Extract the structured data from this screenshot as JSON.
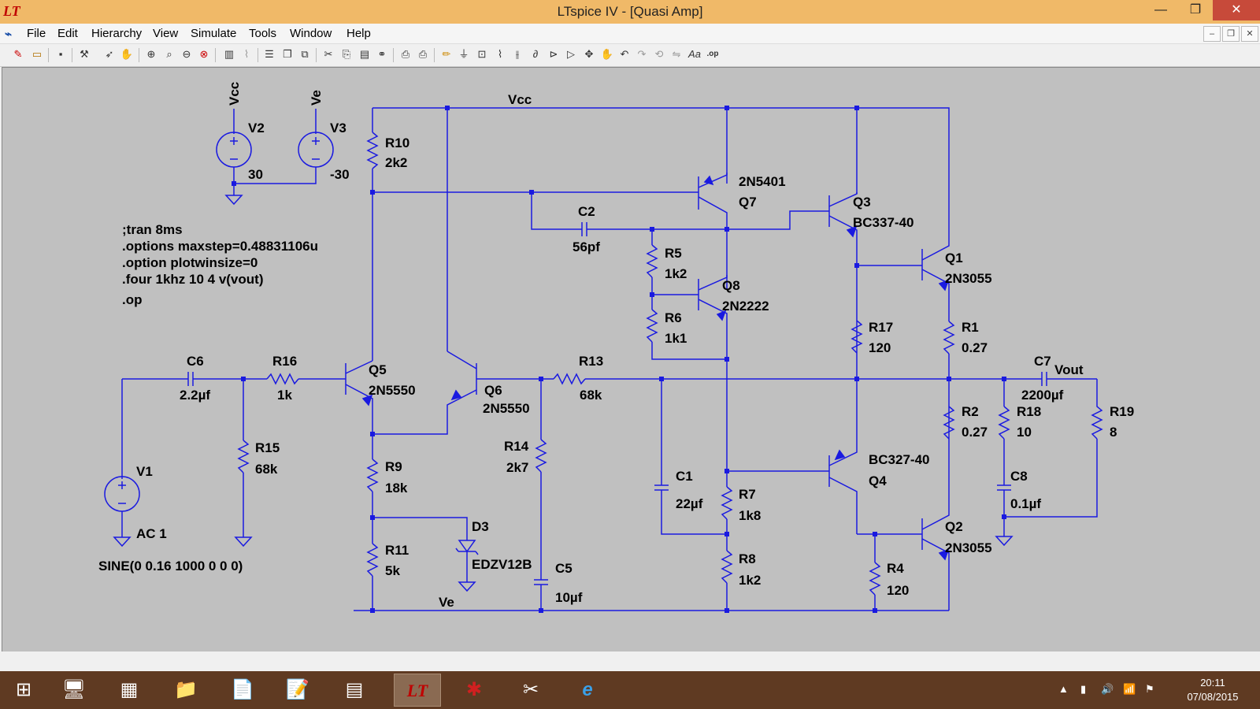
{
  "window": {
    "title": "LTspice IV - [Quasi Amp]",
    "app_icon": "LT",
    "buttons": {
      "minimize": "—",
      "maximize": "❐",
      "close": "✕"
    },
    "mdi_buttons": [
      "–",
      "❐",
      "✕"
    ]
  },
  "menu": [
    "File",
    "Edit",
    "Hierarchy",
    "View",
    "Simulate",
    "Tools",
    "Window",
    "Help"
  ],
  "toolbar": {
    "icons": [
      "new-schematic-icon",
      "open-icon",
      "save-icon",
      "control-panel-icon",
      "run-icon",
      "halt-icon",
      "zoom-in-icon",
      "pan-icon",
      "zoom-out-icon",
      "zoom-fit-icon",
      "autorange-icon",
      "waveform-icon",
      "tile-horizontal-icon",
      "cascade-icon",
      "tile-vertical-icon",
      "cut-icon",
      "copy-icon",
      "paste-icon",
      "find-icon",
      "print-setup-icon",
      "print-icon",
      "draw-wire-icon",
      "ground-icon",
      "label-net-icon",
      "resistor-icon",
      "capacitor-icon",
      "inductor-icon",
      "diode-icon",
      "component-icon",
      "move-icon",
      "drag-icon",
      "undo-icon",
      "redo-icon",
      "rotate-icon",
      "mirror-icon",
      "text-icon",
      "spice-directive-icon"
    ],
    "text_glyphs": {
      "text-icon": "Aa",
      "spice-directive-icon": ".op"
    }
  },
  "schematic": {
    "accent_wire_color": "#1a1ae0",
    "background": "#c0c0c0",
    "directives": [
      ";tran 8ms",
      ".options maxstep=0.48831106u",
      ".option plotwinsize=0",
      ".four 1khz 10 4 v(vout)",
      ".op"
    ],
    "nets": [
      "Vcc",
      "Ve",
      "Vcc",
      "Ve",
      "Vout"
    ],
    "sources": [
      {
        "ref": "V2",
        "value": "30"
      },
      {
        "ref": "V3",
        "value": "-30"
      },
      {
        "ref": "V1",
        "value": "AC 1",
        "extra": "SINE(0 0.16 1000 0 0 0)"
      }
    ],
    "resistors": [
      {
        "ref": "R10",
        "value": "2k2"
      },
      {
        "ref": "R5",
        "value": "1k2"
      },
      {
        "ref": "R6",
        "value": "1k1"
      },
      {
        "ref": "R16",
        "value": "1k"
      },
      {
        "ref": "R15",
        "value": "68k"
      },
      {
        "ref": "R9",
        "value": "18k"
      },
      {
        "ref": "R11",
        "value": "5k"
      },
      {
        "ref": "R14",
        "value": "2k7"
      },
      {
        "ref": "R13",
        "value": "68k"
      },
      {
        "ref": "R7",
        "value": "1k8"
      },
      {
        "ref": "R8",
        "value": "1k2"
      },
      {
        "ref": "R17",
        "value": "120"
      },
      {
        "ref": "R1",
        "value": "0.27"
      },
      {
        "ref": "R2",
        "value": "0.27"
      },
      {
        "ref": "R18",
        "value": "10"
      },
      {
        "ref": "R19",
        "value": "8"
      },
      {
        "ref": "R4",
        "value": "120"
      }
    ],
    "capacitors": [
      {
        "ref": "C2",
        "value": "56pf"
      },
      {
        "ref": "C6",
        "value": "2.2µf"
      },
      {
        "ref": "C1",
        "value": "22µf"
      },
      {
        "ref": "C5",
        "value": "10µf"
      },
      {
        "ref": "C7",
        "value": "2200µf"
      },
      {
        "ref": "C8",
        "value": "0.1µf"
      }
    ],
    "transistors": [
      {
        "ref": "Q7",
        "model": "2N5401"
      },
      {
        "ref": "Q3",
        "model": "BC337-40"
      },
      {
        "ref": "Q1",
        "model": "2N3055"
      },
      {
        "ref": "Q8",
        "model": "2N2222"
      },
      {
        "ref": "Q5",
        "model": "2N5550"
      },
      {
        "ref": "Q6",
        "model": "2N5550"
      },
      {
        "ref": "Q4",
        "model": "BC327-40"
      },
      {
        "ref": "Q2",
        "model": "2N3055"
      }
    ],
    "diodes": [
      {
        "ref": "D3",
        "model": "EDZV12B"
      }
    ]
  },
  "taskbar": {
    "apps": [
      "start-icon",
      "remote-desktop-icon",
      "wall-icon",
      "file-explorer-icon",
      "blank-document-icon",
      "notepad-icon",
      "calculator-icon",
      "ltspice-icon",
      "paint-splat-icon",
      "snipping-tool-icon",
      "internet-explorer-icon"
    ],
    "app_glyphs": [
      "⊞",
      "🖥",
      "▦",
      "📁",
      "📄",
      "📝",
      "▤",
      "LT",
      "✱",
      "✂",
      "e"
    ],
    "active_app": "ltspice-icon",
    "tray_glyphs": [
      "▲",
      "▮",
      "🔊",
      "📶",
      "⚑"
    ],
    "time": "20:11",
    "date": "07/08/2015"
  }
}
